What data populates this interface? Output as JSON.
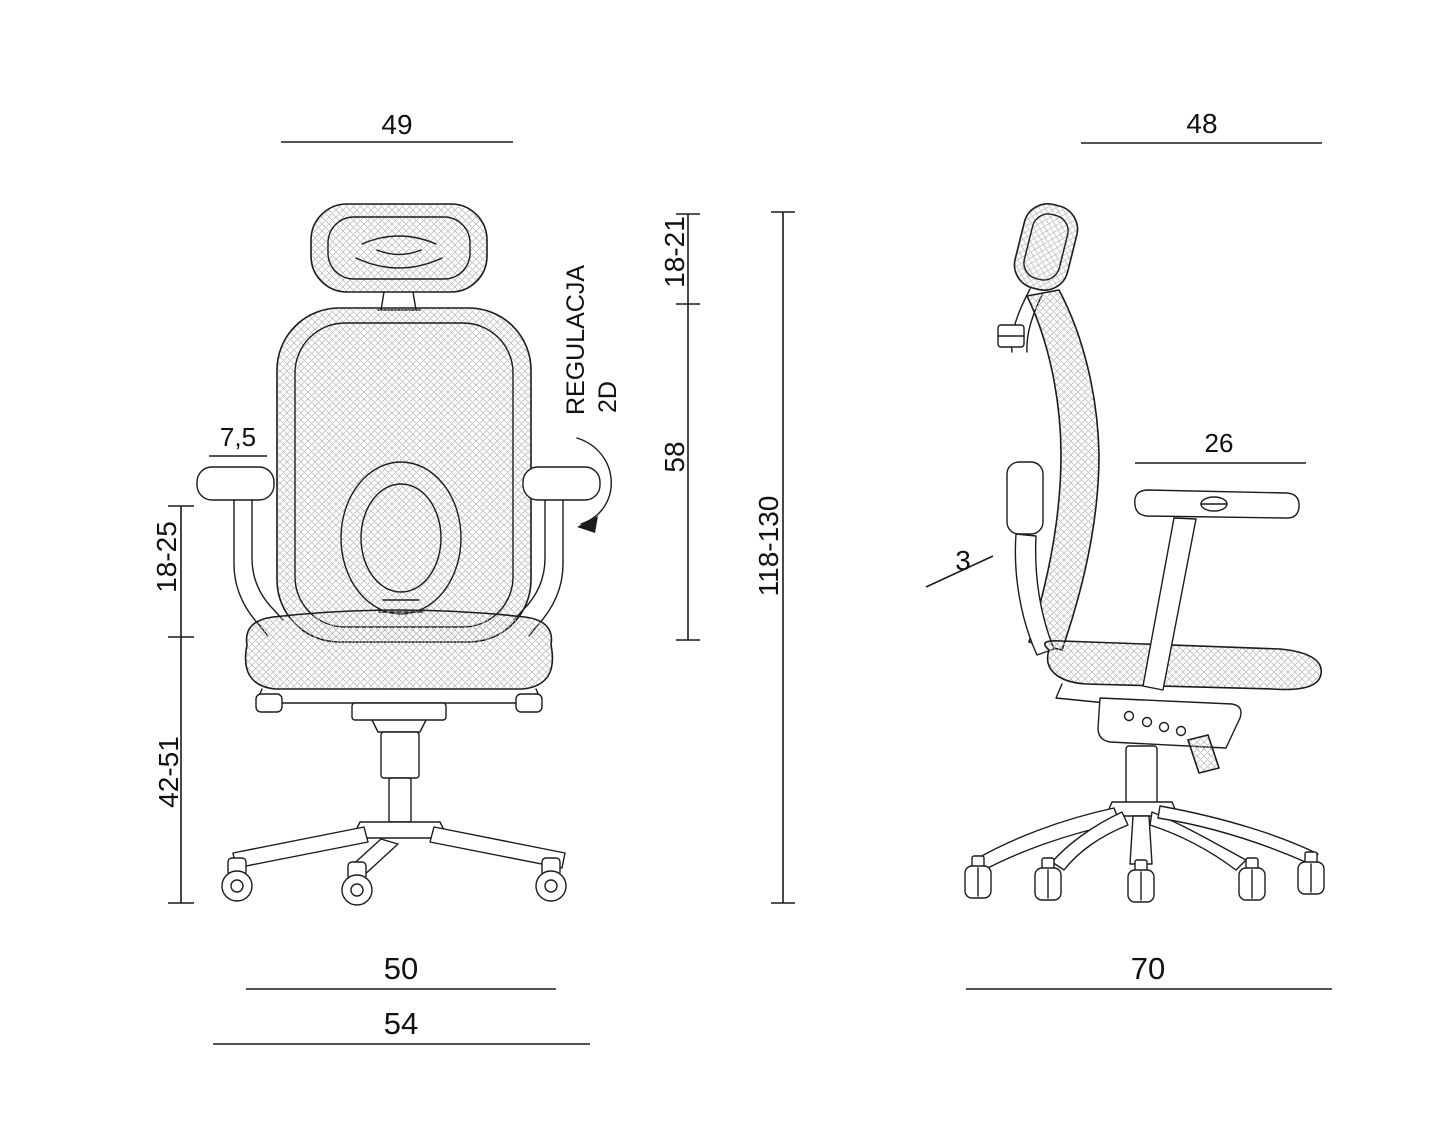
{
  "drawing": {
    "front_view": {
      "headrest_width": "49",
      "armrest_pad_width": "7,5",
      "armrest_height_range": "18-25",
      "seat_height_range": "42-51",
      "headrest_adjust_range": "18-21",
      "backrest_height": "58",
      "total_height_range": "118-130",
      "seat_width": "50",
      "base_width": "54",
      "adjustment_note_line1": "REGULACJA",
      "adjustment_note_line2": "2D"
    },
    "side_view": {
      "top_depth": "48",
      "armrest_length": "26",
      "seat_tilt": "3",
      "base_depth": "70"
    }
  }
}
